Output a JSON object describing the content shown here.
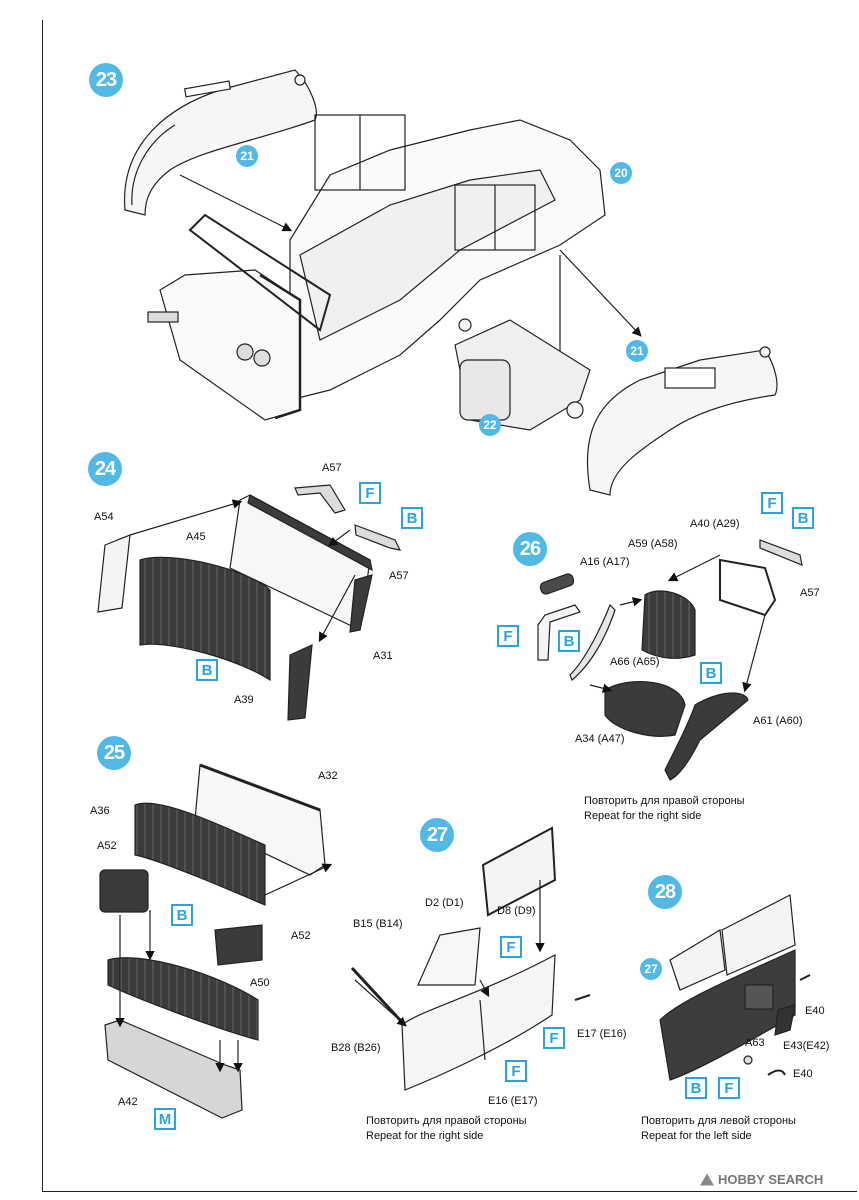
{
  "steps": {
    "s23": "23",
    "s24": "24",
    "s25": "25",
    "s26": "26",
    "s27": "27",
    "s28": "28"
  },
  "refs": {
    "r21a": "21",
    "r20": "20",
    "r21b": "21",
    "r22": "22",
    "r27": "27"
  },
  "boxes": {
    "F": "F",
    "B": "B",
    "M": "M"
  },
  "labels": {
    "A57a": "A57",
    "A54": "A54",
    "A45": "A45",
    "A57b": "A57",
    "A31": "A31",
    "A39": "A39",
    "A32": "A32",
    "A36": "A36",
    "A52a": "A52",
    "A52b": "A52",
    "A50": "A50",
    "A42": "A42",
    "A40": "A40 (A29)",
    "A59": "A59 (A58)",
    "A16": "A16 (A17)",
    "A57c": "A57",
    "A66": "A66 (A65)",
    "A61": "A61 (A60)",
    "A34": "A34 (A47)",
    "D2": "D2 (D1)",
    "D8": "D8 (D9)",
    "B15": "B15 (B14)",
    "B28": "B28 (B26)",
    "E16": "E16 (E17)",
    "E17": "E17 (E16)",
    "E40a": "E40",
    "A63": "A63",
    "E43": "E43(E42)",
    "E40b": "E40"
  },
  "notes": {
    "n26_ru": "Повторить для правой стороны",
    "n26_en": "Repeat for the right side",
    "n27_ru": "Повторить для правой стороны",
    "n27_en": "Repeat for the right side",
    "n28_ru": "Повторить для левой стороны",
    "n28_en": "Repeat for the left side"
  },
  "watermark": "HOBBY SEARCH",
  "colors": {
    "accent": "#52b8e6",
    "box": "#2da3dc",
    "dark_part": "#3a3a3a",
    "light_part": "#f2f2f2"
  }
}
